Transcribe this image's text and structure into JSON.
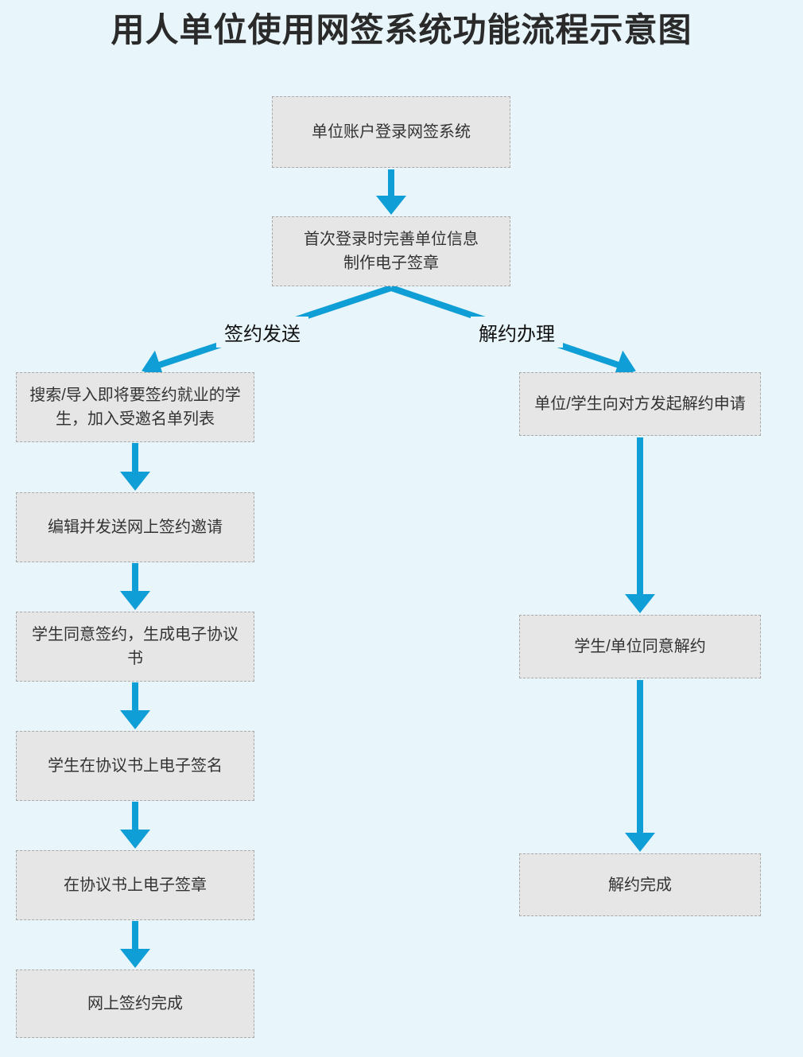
{
  "page": {
    "title": "用人单位使用网签系统功能流程示意图"
  },
  "colors": {
    "background": "#e8f5fa",
    "node_fill": "#e6e6e6",
    "node_border": "#a9a9a9",
    "arrow": "#0f9ed6",
    "text": "#333333"
  },
  "flow": {
    "start": {
      "label": "单位账户登录网签系统"
    },
    "setup": {
      "label": "首次登录时完善单位信息\n制作电子签章"
    },
    "branches": {
      "sign_label": "签约发送",
      "cancel_label": "解约办理"
    },
    "sign_steps": [
      {
        "label": "搜索/导入即将要签约就业的学生，加入受邀名单列表"
      },
      {
        "label": "编辑并发送网上签约邀请"
      },
      {
        "label": "学生同意签约，生成电子协议书"
      },
      {
        "label": "学生在协议书上电子签名"
      },
      {
        "label": "在协议书上电子签章"
      },
      {
        "label": "网上签约完成"
      }
    ],
    "cancel_steps": [
      {
        "label": "单位/学生向对方发起解约申请"
      },
      {
        "label": "学生/单位同意解约"
      },
      {
        "label": "解约完成"
      }
    ]
  }
}
